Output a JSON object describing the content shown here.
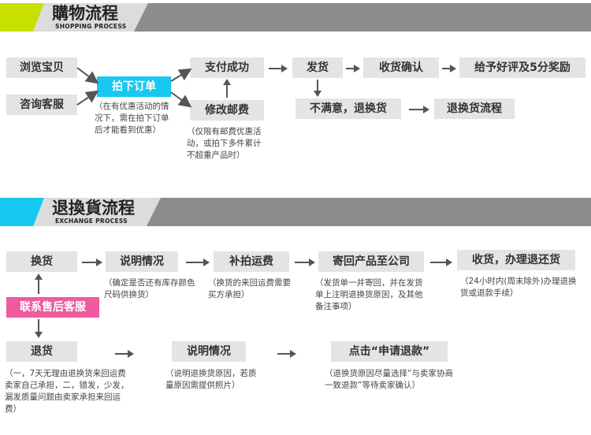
{
  "section1": {
    "title": "購物流程",
    "subtitle": "SHOPPING PROCESS"
  },
  "section2": {
    "title": "退換貨流程",
    "subtitle": "EXCHANGE PROCESS"
  },
  "shopping": {
    "browse": "浏览宝贝",
    "consult": "咨询客服",
    "order": "拍下订单",
    "order_note": "（在有优惠活动的情况下，需在拍下订单后才能看到优惠）",
    "pay": "支付成功",
    "modify": "修改邮费",
    "modify_note": "（仅限有邮费优惠活动，或拍下多件累计不超重产品时）",
    "ship": "发货",
    "confirm": "收货确认",
    "review": "给予好评及5分奖励",
    "unsatisfied": "不满意，退换货",
    "return_flow": "退换货流程"
  },
  "exchange": {
    "exchange": "换货",
    "explain1": "说明情况",
    "explain1_note": "（确定是否还有库存颜色尺码供换货）",
    "pay_ship": "补拍运费",
    "pay_ship_note": "（换货的来回运费需要买方承担）",
    "send_back": "寄回产品至公司",
    "send_back_note": "（发货单一并寄回，并在发货单上注明退换货原因，及其他备注事项）",
    "receive": "收货，办理退还货",
    "receive_note": "（24小时内(周末除外)办理退换货或退款手续）",
    "contact": "联系售后客服",
    "refund": "退货",
    "refund_note": "（一，7天无理由退换货来回运费卖家自己承担，二，错发，少发，漏发质量问题由卖家承担来回运费）",
    "explain2": "说明情况",
    "explain2_note": "（说明退换货原因，若质量原因需提供照片）",
    "apply": "点击“申请退款”",
    "apply_note": "（退换货原因尽量选择“与卖家协商一致退款”等待卖家确认）"
  },
  "colors": {
    "green_accent": "#c8e000",
    "cyan_accent": "#18c8f0",
    "pink_accent": "#ef5aa0",
    "box_grey": "#e4e4e4",
    "band_dark": "#8c8c8c"
  }
}
